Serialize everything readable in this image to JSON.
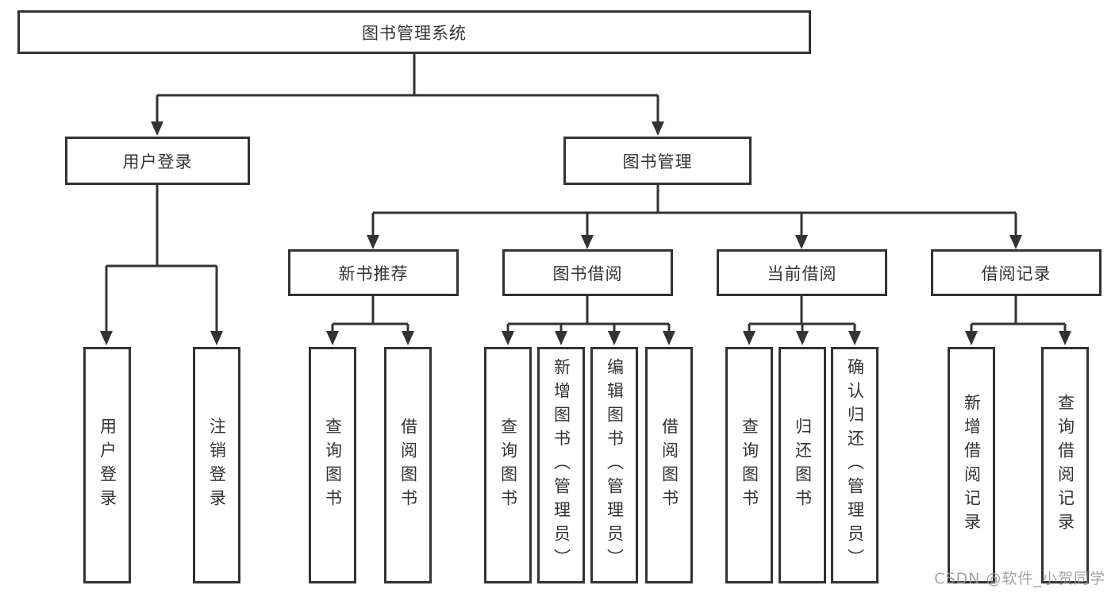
{
  "colors": {
    "line": "#333333",
    "box_border": "#333333",
    "box_fill": "#ffffff",
    "text": "#333333",
    "background": "#ffffff",
    "watermark": "#949494"
  },
  "watermark": {
    "text": "CSDN @软件_小贺同学"
  },
  "diagram": {
    "root": {
      "label": "图书管理系统"
    },
    "branches": [
      {
        "label": "用户登录",
        "children": [
          {
            "label": "用户登录"
          },
          {
            "label": "注销登录"
          }
        ]
      },
      {
        "label": "图书管理",
        "children": [
          {
            "label": "新书推荐",
            "children": [
              {
                "label": "查询图书"
              },
              {
                "label": "借阅图书"
              }
            ]
          },
          {
            "label": "图书借阅",
            "children": [
              {
                "label": "查询图书"
              },
              {
                "label": "新增图书（管理员）"
              },
              {
                "label": "编辑图书（管理员）"
              },
              {
                "label": "借阅图书"
              }
            ]
          },
          {
            "label": "当前借阅",
            "children": [
              {
                "label": "查询图书"
              },
              {
                "label": "归还图书"
              },
              {
                "label": "确认归还（管理员）"
              }
            ]
          },
          {
            "label": "借阅记录",
            "children": [
              {
                "label": "新增借阅记录"
              },
              {
                "label": "查询借阅记录"
              }
            ]
          }
        ]
      }
    ]
  }
}
